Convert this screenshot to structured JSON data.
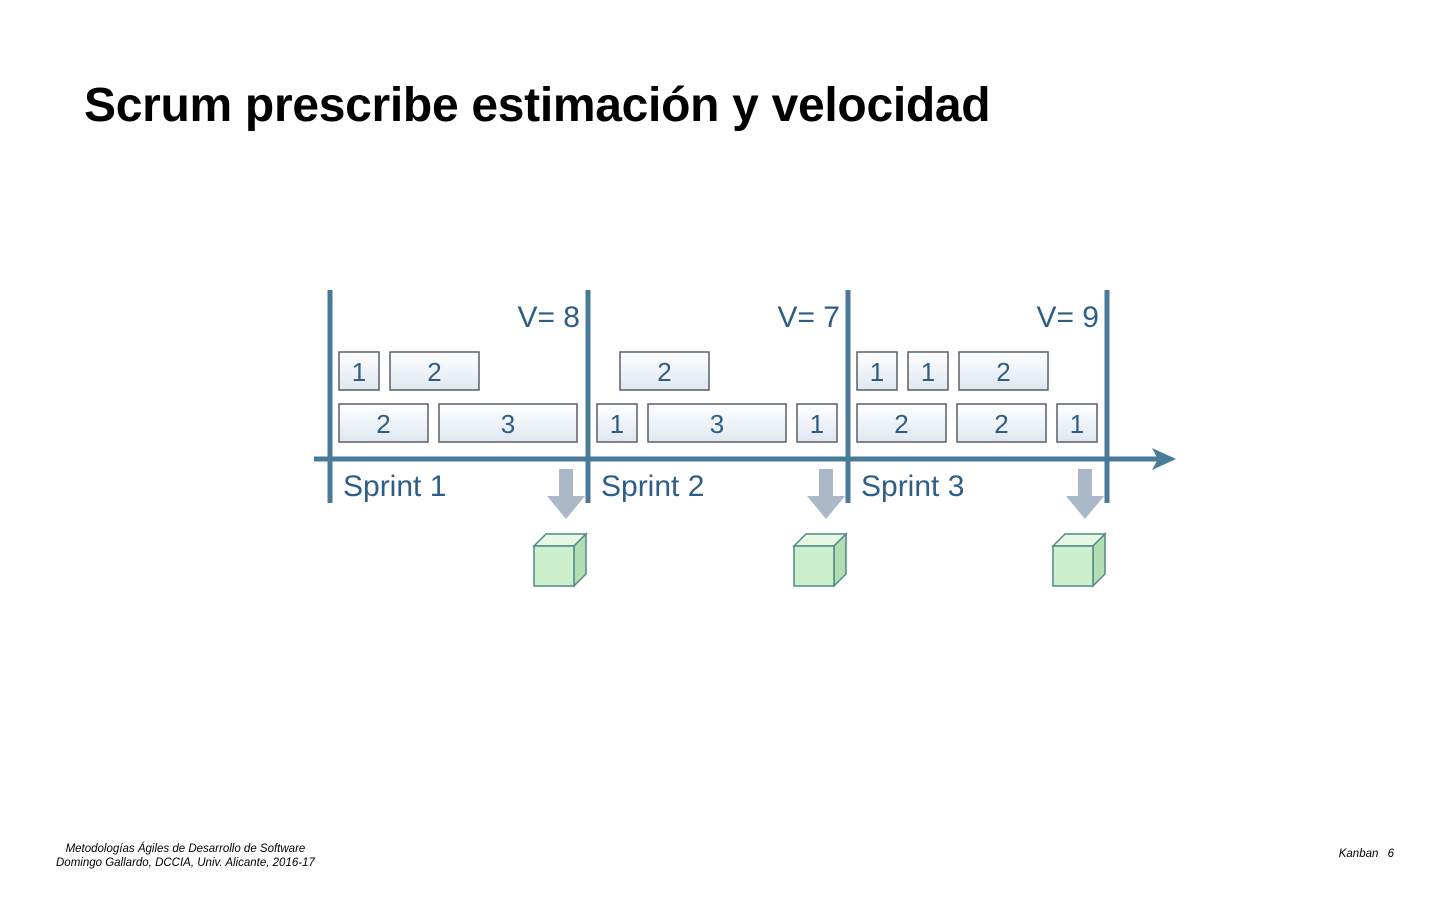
{
  "title": "Scrum prescribe estimación y velocidad",
  "sprints": [
    {
      "label": "Sprint 1",
      "velocity": "V= 8",
      "rows": [
        [
          "1",
          "2"
        ],
        [
          "2",
          "3"
        ]
      ]
    },
    {
      "label": "Sprint 2",
      "velocity": "V= 7",
      "rows": [
        [
          "2"
        ],
        [
          "1",
          "3",
          "1"
        ]
      ]
    },
    {
      "label": "Sprint 3",
      "velocity": "V= 9",
      "rows": [
        [
          "1",
          "1",
          "2"
        ],
        [
          "2",
          "2",
          "1"
        ]
      ]
    }
  ],
  "colors": {
    "axis": "#4a7a9a",
    "story_fill_top": "#ffffff",
    "story_fill_bottom": "#dfe7f0",
    "story_stroke": "#5a5f66",
    "story_text": "#2e5e86",
    "label_text": "#2e5e86",
    "release_arrow": "#aab8c8",
    "cube_front": "#cdf0cc",
    "cube_top": "#e6f8e4",
    "cube_side": "#b3ddb2",
    "cube_stroke": "#4f8a86"
  },
  "footer": {
    "course": "Metodologías Ágiles de Desarrollo de Software",
    "author": "Domingo Gallardo, DCCIA, Univ. Alicante, 2016-17",
    "section": "Kanban",
    "page": "6"
  }
}
